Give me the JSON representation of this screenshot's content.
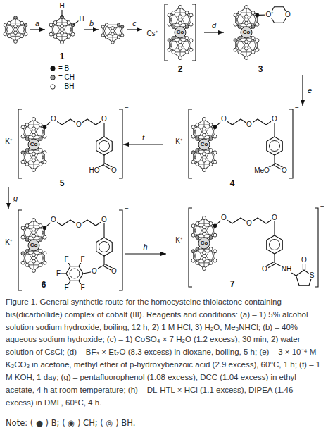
{
  "diagram": {
    "caption": "Figure 1. General synthetic route for the homocysteine thiolactone containing bis(dicarbollide) complex of cobalt (III). Reagents and conditions: (a) – 1) 5% alcohol solution sodium hydroxide, boiling, 12 h, 2) 1 M HCl, 3) H₂O, Me₃NHCl; (b) – 40% aqueous sodium hydroxide; (c) – 1) CoSO₄ × 7 H₂O (1.2 excess), 30 min, 2) water solution of CsCl; (d) – BF₃ × Et₂O (8.3 excess) in dioxane, boiling, 5 h; (e) – 3 × 10⁻⁴ M K₂CO₃ in acetone, methyl ether of p-hydroxybenzoic acid (2.9 excess), 60°C, 1 h; (f) – 1 M KOH, 1 day; (g) – pentafluorophenol (1.08 excess), DCC (1.04 excess) in ethyl acetate, 4 h at room temperature; (h) – DL-HTL × HCl (1.1 excess), DIPEA (1.46 excess) in DMF, 60°C, 4 h.",
    "nodes": [
      {
        "text": [
          "H",
          "H",
          "1"
        ]
      },
      {
        "text": [
          "Cs⁺",
          "−",
          "Co",
          "2"
        ]
      },
      {
        "text": [
          "Co",
          "O⁺",
          "O",
          "3"
        ]
      },
      {
        "text": [
          "K⁺",
          "−",
          "Co",
          "O",
          "O",
          "O",
          "O",
          "MeO",
          "4"
        ]
      },
      {
        "text": [
          "K⁺",
          "−",
          "Co",
          "O",
          "O",
          "O",
          "O",
          "HO",
          "5"
        ]
      },
      {
        "text": [
          "K⁺",
          "−",
          "Co",
          "O",
          "O",
          "O",
          "O",
          "O",
          "F",
          "F",
          "F",
          "F",
          "F",
          "6"
        ]
      },
      {
        "text": [
          "K⁺",
          "−",
          "Co",
          "O",
          "O",
          "O",
          "O",
          "NH",
          "S",
          "O",
          "7"
        ]
      }
    ],
    "edges": [
      {
        "from": 1,
        "to": 2,
        "arrow": "to",
        "label": "d"
      },
      {
        "from": 2,
        "to": 3,
        "arrow": "to",
        "label": "e"
      },
      {
        "from": 3,
        "to": 4,
        "arrow": "to",
        "label": "f"
      },
      {
        "from": 4,
        "to": 5,
        "arrow": "to",
        "label": "g"
      },
      {
        "from": 5,
        "to": 6,
        "arrow": "to",
        "label": "h"
      }
    ],
    "labels": [
      "a",
      "b",
      "c",
      "Note: ( ● ) B; ( ◉ ) CH; ( ◎ ) BH."
    ],
    "legend": [
      {
        "text": "= B"
      },
      {
        "text": "= CH"
      },
      {
        "text": "= BH"
      }
    ]
  }
}
